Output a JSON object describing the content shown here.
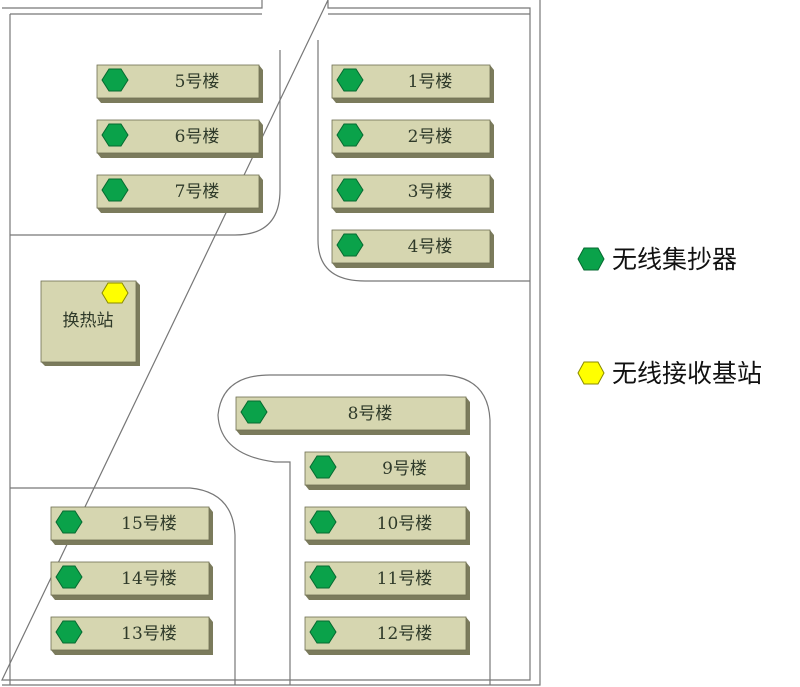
{
  "colors": {
    "meter": "#0aa24a",
    "station": "#ffff00",
    "face": "#d6d6b0",
    "shadow": "#7b7b5c",
    "road": "#777777"
  },
  "buildings": [
    {
      "id": "5",
      "label": "5号楼",
      "g": "L1"
    },
    {
      "id": "6",
      "label": "6号楼",
      "g": "L2"
    },
    {
      "id": "7",
      "label": "7号楼",
      "g": "L3"
    },
    {
      "id": "1",
      "label": "1号楼",
      "g": "R1"
    },
    {
      "id": "2",
      "label": "2号楼",
      "g": "R2"
    },
    {
      "id": "3",
      "label": "3号楼",
      "g": "R3"
    },
    {
      "id": "4",
      "label": "4号楼",
      "g": "R4"
    },
    {
      "id": "8",
      "label": "8号楼",
      "g": "W"
    },
    {
      "id": "9",
      "label": "9号楼",
      "g": "M1"
    },
    {
      "id": "10",
      "label": "10号楼",
      "g": "M2"
    },
    {
      "id": "11",
      "label": "11号楼",
      "g": "M3"
    },
    {
      "id": "12",
      "label": "12号楼",
      "g": "M4"
    },
    {
      "id": "15",
      "label": "15号楼",
      "g": "B1"
    },
    {
      "id": "14",
      "label": "14号楼",
      "g": "B2"
    },
    {
      "id": "13",
      "label": "13号楼",
      "g": "B3"
    }
  ],
  "station": {
    "label": "换热站"
  },
  "legend": {
    "meter": "无线集抄器",
    "station": "无线接收基站"
  }
}
